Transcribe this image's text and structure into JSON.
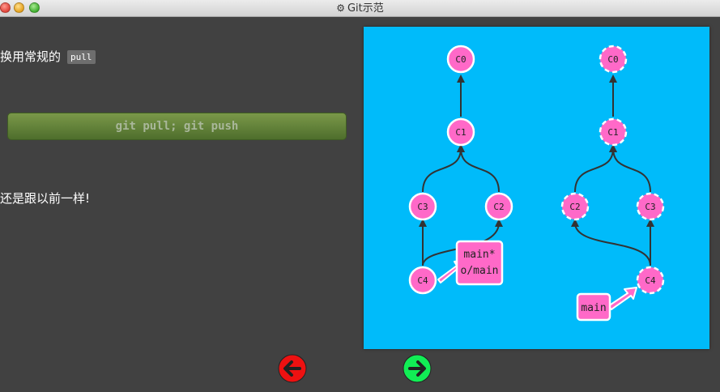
{
  "window": {
    "title": "Git示范"
  },
  "instructions": {
    "line1_text": "换用常规的",
    "line1_code": "pull",
    "command": "git pull; git push",
    "line2_text": "还是跟以前一样!"
  },
  "graph": {
    "node_fill": "#ff69c8",
    "node_stroke": "#ffffff",
    "edge_color": "#333333",
    "left": {
      "commits": [
        "C0",
        "C1",
        "C3",
        "C2",
        "C4"
      ],
      "branch_label_line1": "main*",
      "branch_label_line2": "o/main"
    },
    "right": {
      "commits": [
        "C0",
        "C1",
        "C2",
        "C3",
        "C4"
      ],
      "branch_label": "main"
    }
  },
  "nav": {
    "back_color": "#ee1111",
    "forward_color": "#11ee55"
  }
}
